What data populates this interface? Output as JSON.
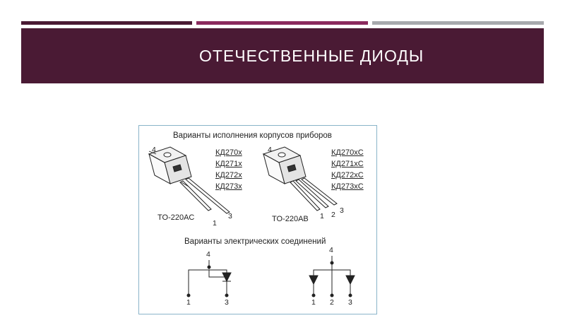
{
  "slide": {
    "title": "ОТЕЧЕСТВЕННЫЕ ДИОДЫ",
    "colors": {
      "primary": "#4a1a34",
      "accent": "#8a2a5e",
      "gray": "#a7a9ad"
    }
  },
  "figure": {
    "heading_packages": "Варианты исполнения корпусов приборов",
    "heading_connections": "Варианты электрических соединений",
    "left_package": {
      "name": "TO-220AC",
      "parts": [
        "КД270х",
        "КД271х",
        "КД272х",
        "КД273х"
      ],
      "pins": [
        "4",
        "1",
        "3"
      ]
    },
    "right_package": {
      "name": "TO-220AB",
      "parts": [
        "КД270хС",
        "КД271хС",
        "КД272хС",
        "КД273хС"
      ],
      "pins": [
        "4",
        "1",
        "2",
        "3"
      ]
    },
    "left_schematic": {
      "pins": [
        "4",
        "1",
        "3"
      ]
    },
    "right_schematic": {
      "pins": [
        "4",
        "1",
        "2",
        "3"
      ]
    }
  }
}
